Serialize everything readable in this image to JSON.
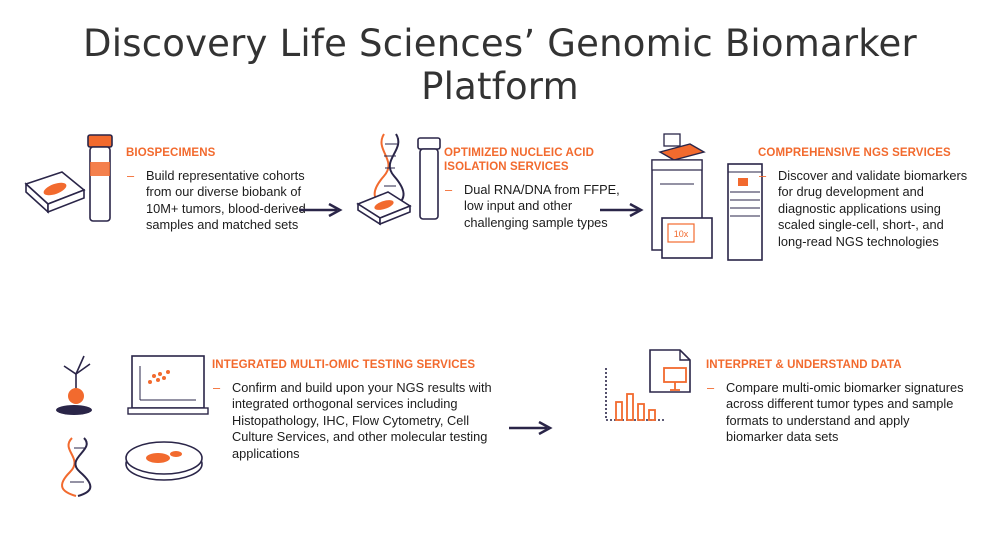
{
  "title": "Discovery Life Sciences’ Genomic Biomarker Platform",
  "colors": {
    "accent": "#f26a2e",
    "navy": "#2a2548",
    "text": "#1c1c1c",
    "title": "#333333"
  },
  "steps": [
    {
      "heading": "BIOSPECIMENS",
      "description": "Build representative cohorts from our diverse biobank of 10M+ tumors, blood-derived samples and matched sets"
    },
    {
      "heading": "OPTIMIZED NUCLEIC ACID ISOLATION SERVICES",
      "description": "Dual RNA/DNA from FFPE, low input and other challenging sample types"
    },
    {
      "heading": "COMPREHENSIVE NGS SERVICES",
      "description": "Discover and validate biomarkers for drug development and diagnostic applications using scaled single-cell, short-, and long-read NGS technologies"
    },
    {
      "heading": "INTEGRATED MULTI-OMIC TESTING SERVICES",
      "description": "Confirm and build upon your NGS results with integrated orthogonal services including Histopathology, IHC, Flow Cytometry, Cell Culture Services, and other molecular testing applications"
    },
    {
      "heading": "INTERPRET & UNDERSTAND DATA",
      "description": "Compare multi-omic biomarker signatures across different tumor types and sample formats to understand and apply biomarker data sets"
    }
  ],
  "dash": "–",
  "device_label": "10x"
}
